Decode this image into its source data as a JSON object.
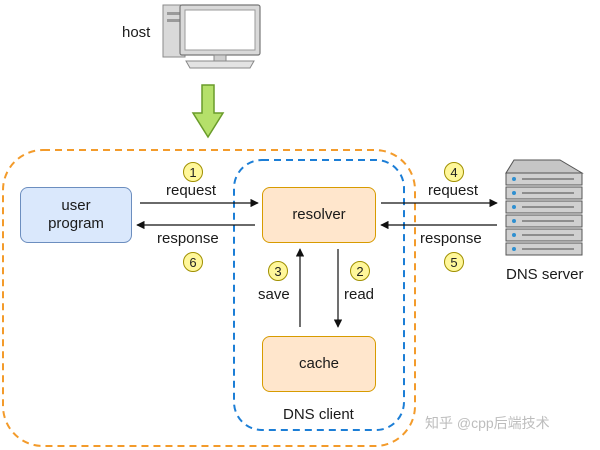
{
  "labels": {
    "host": "host",
    "user_program": "user\nprogram",
    "resolver": "resolver",
    "cache": "cache",
    "dns_client": "DNS client",
    "dns_server": "DNS server",
    "request_left": "request",
    "response_left": "response",
    "request_right": "request",
    "response_right": "response",
    "save": "save",
    "read": "read"
  },
  "steps": [
    "1",
    "2",
    "3",
    "4",
    "5",
    "6"
  ],
  "watermark": "知乎 @cpp后端技术",
  "colors": {
    "outer_border": "#f39b2b",
    "client_border": "#1c7ed6",
    "user_fill": "#dae8fc",
    "user_border": "#6c8ebf",
    "node_fill": "#ffe6cc",
    "node_border": "#d79b00",
    "arrow_green": "#b5e06a",
    "badge_fill": "#fff79a"
  },
  "icons": [
    "host-computer-icon",
    "server-rack-icon",
    "down-arrow-icon"
  ]
}
